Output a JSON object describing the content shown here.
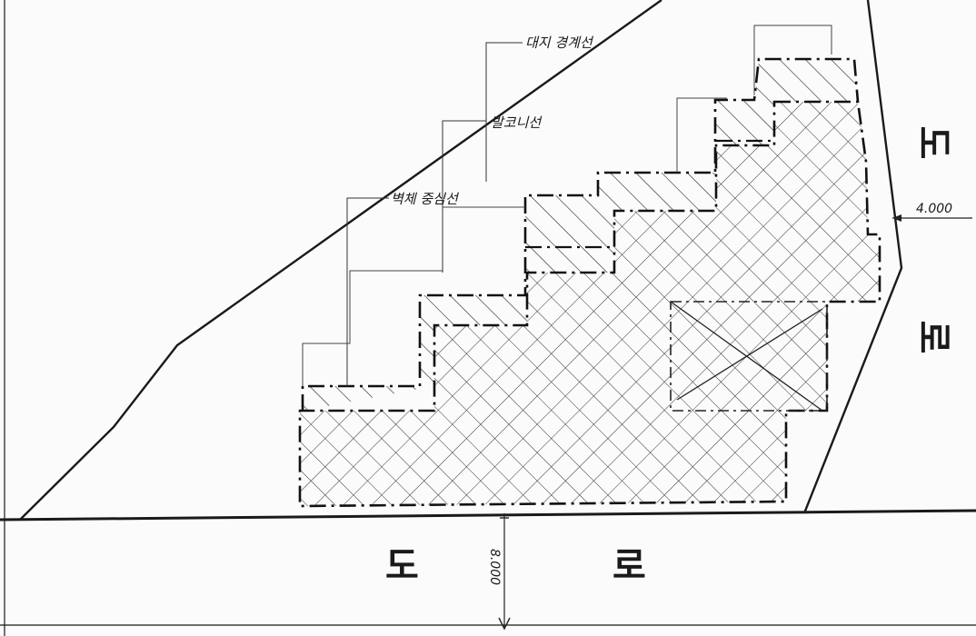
{
  "labels": {
    "site_boundary": "대지 경계선",
    "balcony_line": "발코니선",
    "wall_center_line": "벽체 중심선"
  },
  "roads": {
    "bottom_left_char": "도",
    "bottom_right_char": "로",
    "right_top_char": "도",
    "right_bottom_char": "로"
  },
  "dimensions": {
    "right_road_width": "4.000",
    "bottom_road_width": "8.000"
  },
  "colors": {
    "ink": "#1a1a1a",
    "paper": "#fbfbfb"
  }
}
